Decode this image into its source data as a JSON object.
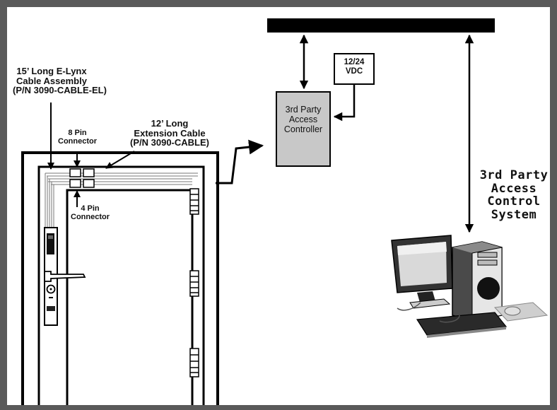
{
  "labels": {
    "ellynx_cable": [
      "15’ Long E-Lynx",
      "Cable Assembly",
      "(P/N 3090-CABLE-EL)"
    ],
    "extension_cable": [
      "12’ Long",
      "Extension Cable",
      "(P/N 3090-CABLE)"
    ],
    "pin8_connector": [
      "8 Pin",
      "Connector"
    ],
    "pin4_connector": [
      "4 Pin",
      "Connector"
    ],
    "power_supply": [
      "12/24",
      "VDC"
    ],
    "access_controller": [
      "3rd Party",
      "Access",
      "Controller"
    ],
    "access_system": [
      "3rd Party",
      "Access",
      "Control",
      "System"
    ]
  },
  "colors": {
    "background_frame": "#5a5a5a",
    "panel": "#ffffff",
    "controller_fill": "#c8c8c8",
    "bus_bar": "#000000"
  }
}
